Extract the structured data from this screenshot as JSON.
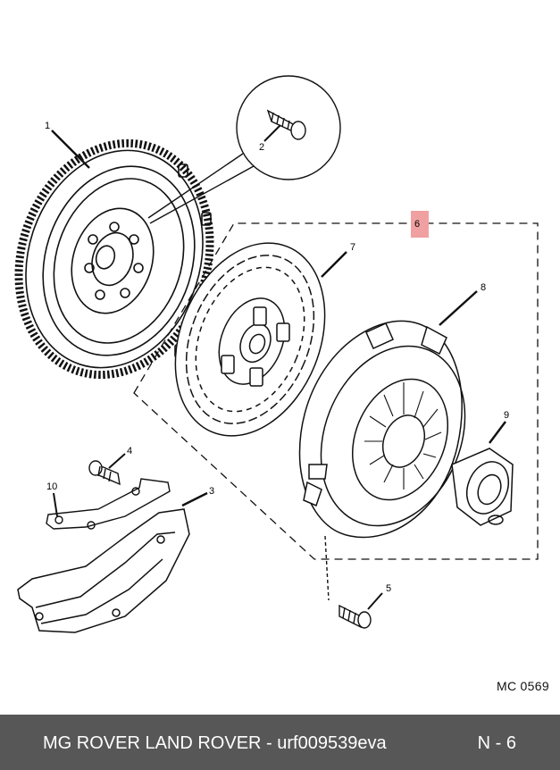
{
  "diagram": {
    "callouts": {
      "c1": "1",
      "c2": "2",
      "c3": "3",
      "c4": "4",
      "c5": "5",
      "c6": "6",
      "c7": "7",
      "c8": "8",
      "c9": "9",
      "c10": "10"
    },
    "highlight_color": "#f0a0a0",
    "reference_code": "MC 0569"
  },
  "footer": {
    "brand_text": "MG ROVER LAND ROVER - urf009539eva",
    "page_text": "N - 6",
    "background": "#575757"
  }
}
